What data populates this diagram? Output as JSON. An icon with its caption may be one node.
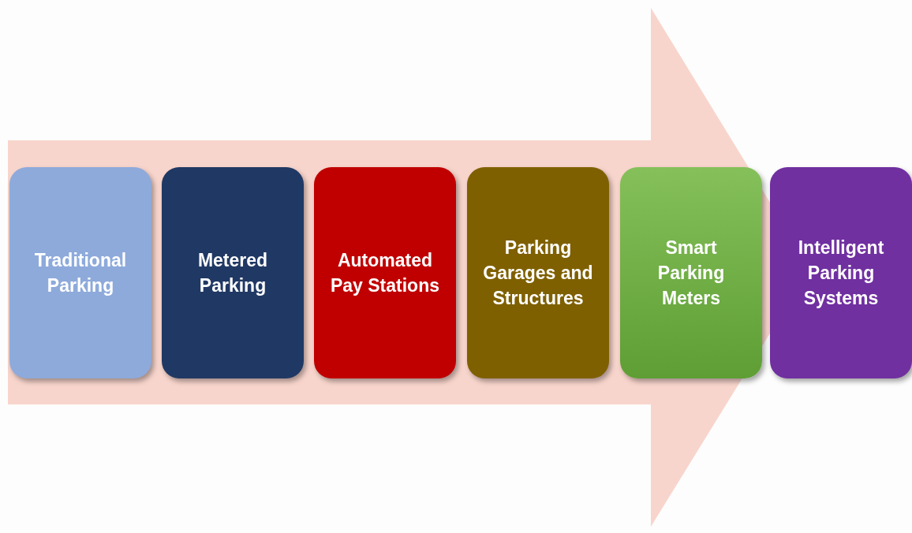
{
  "diagram": {
    "nodes": [
      {
        "text": [
          "Traditional Parking"
        ]
      },
      {
        "text": [
          "Metered Parking"
        ]
      },
      {
        "text": [
          "Automated Pay Stations"
        ]
      },
      {
        "text": [
          "Parking Garages and Structures"
        ]
      },
      {
        "text": [
          "Smart Parking Meters"
        ]
      },
      {
        "text": [
          "Intelligent Parking Systems"
        ]
      }
    ],
    "edges": [
      {
        "from": 0,
        "to": 5,
        "arrow": "to"
      }
    ]
  }
}
